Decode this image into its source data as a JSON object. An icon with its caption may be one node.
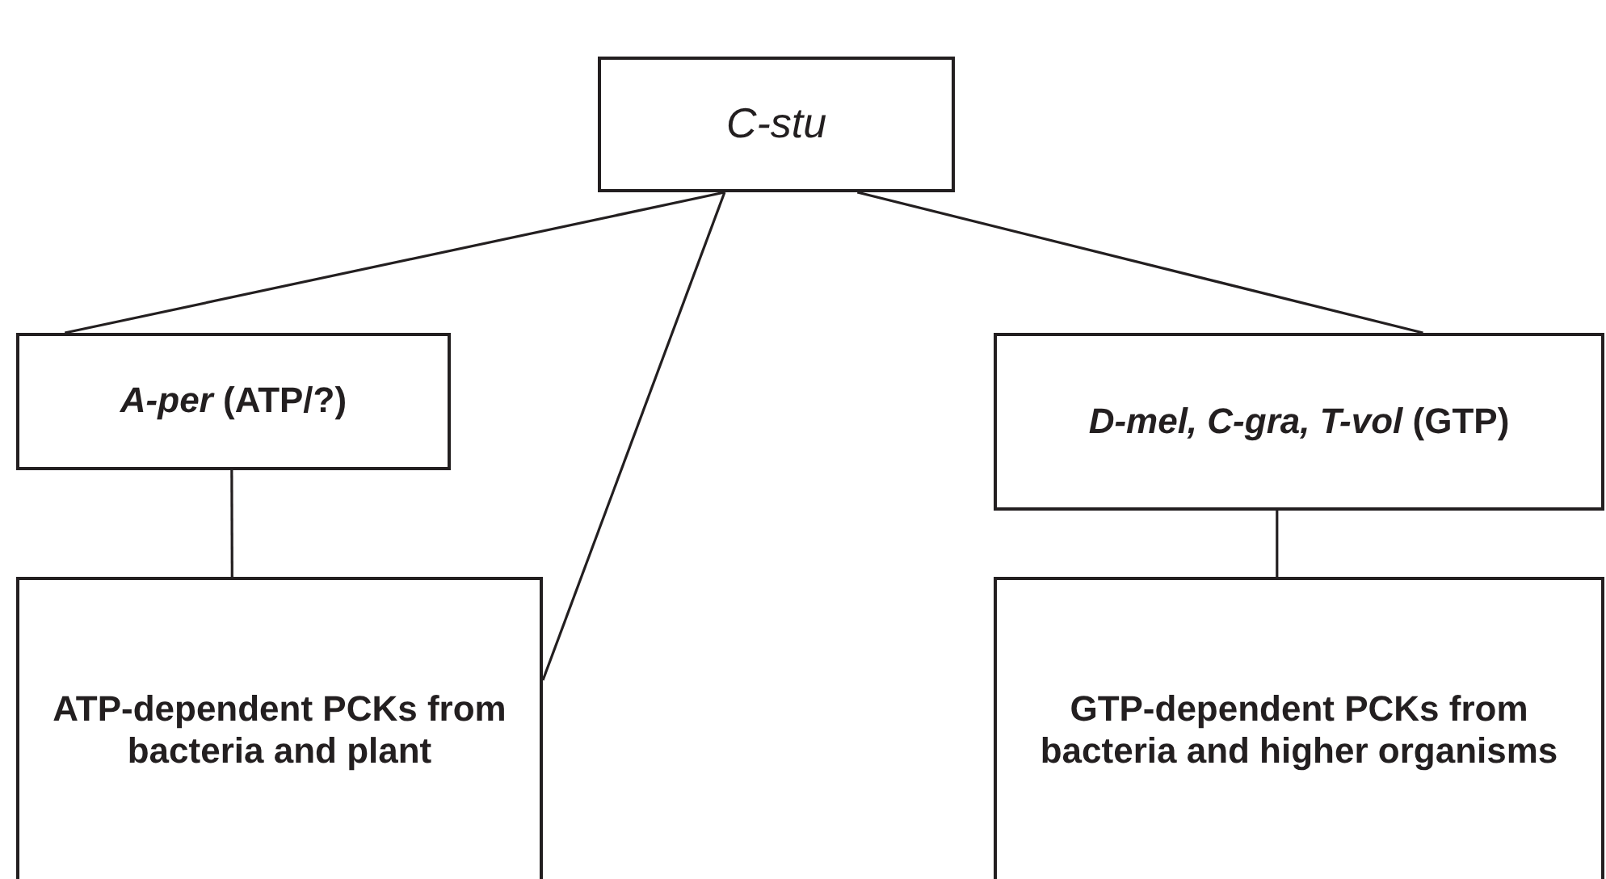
{
  "diagram": {
    "nodes": [
      {
        "text": [
          "C-stu"
        ]
      },
      {
        "text": [
          "*A-per* (ATP/?)"
        ]
      },
      {
        "text": [
          "*D-mel, C-gra, T-vol* (GTP)"
        ]
      },
      {
        "text": [
          "ATP-dependent PCKs from bacteria and plant"
        ]
      },
      {
        "text": [
          "GTP-dependent PCKs from bacteria and higher organisms"
        ]
      }
    ],
    "edges": [
      {
        "from": 0,
        "to": 1,
        "arrow": "none"
      },
      {
        "from": 0,
        "to": 3,
        "arrow": "none"
      },
      {
        "from": 0,
        "to": 2,
        "arrow": "none"
      },
      {
        "from": 1,
        "to": 3,
        "arrow": "none"
      },
      {
        "from": 2,
        "to": 4,
        "arrow": "none"
      }
    ]
  }
}
